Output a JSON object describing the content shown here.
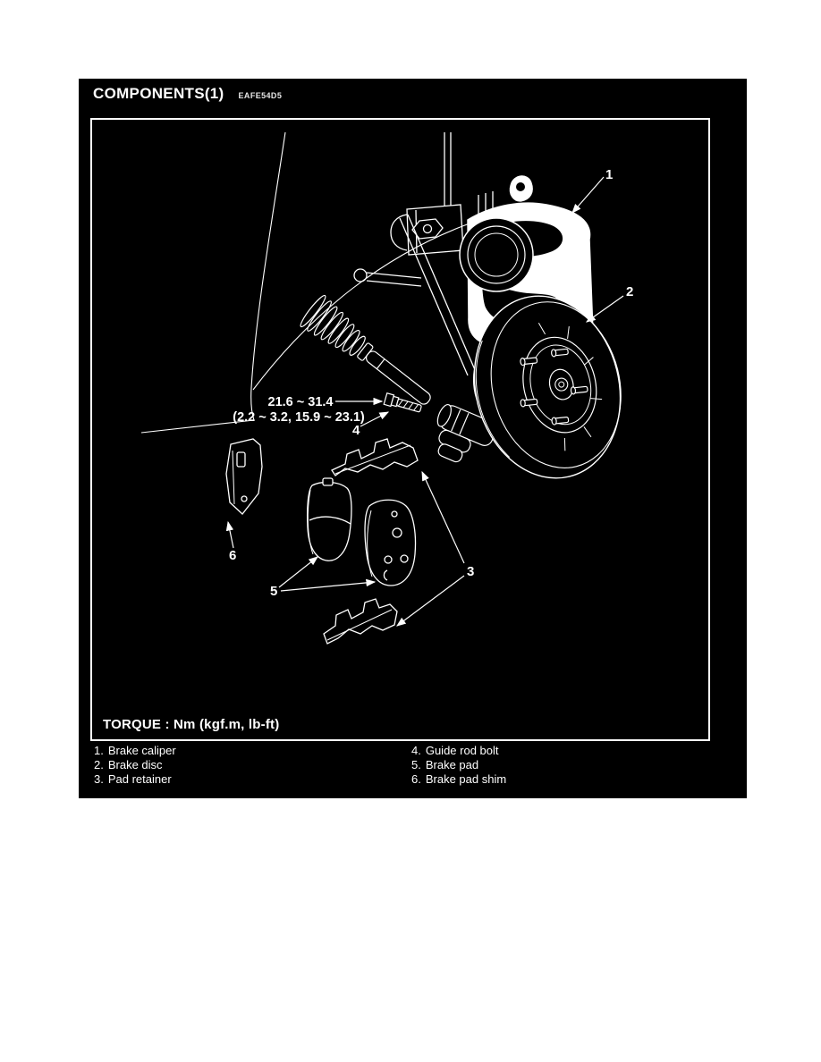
{
  "panel": {
    "title": "COMPONENTS(1)",
    "title_code": "EAFE54D5",
    "background": "#000000",
    "line_color": "#ffffff"
  },
  "diagram": {
    "subject": "Front disc brake assembly exploded line-art",
    "torque_units_label": "TORQUE : Nm (kgf.m, lb-ft)",
    "torque_annotation": {
      "line1": "21.6 ~ 31.4",
      "line2": "(2.2 ~ 3.2, 15.9 ~ 23.1)"
    },
    "callouts": [
      "1",
      "2",
      "3",
      "4",
      "5",
      "6"
    ]
  },
  "legend": {
    "items": [
      {
        "num": "1.",
        "label": "Brake caliper"
      },
      {
        "num": "2.",
        "label": "Brake disc"
      },
      {
        "num": "3.",
        "label": "Pad retainer"
      },
      {
        "num": "4.",
        "label": "Guide rod bolt"
      },
      {
        "num": "5.",
        "label": "Brake pad"
      },
      {
        "num": "6.",
        "label": "Brake pad shim"
      }
    ]
  }
}
